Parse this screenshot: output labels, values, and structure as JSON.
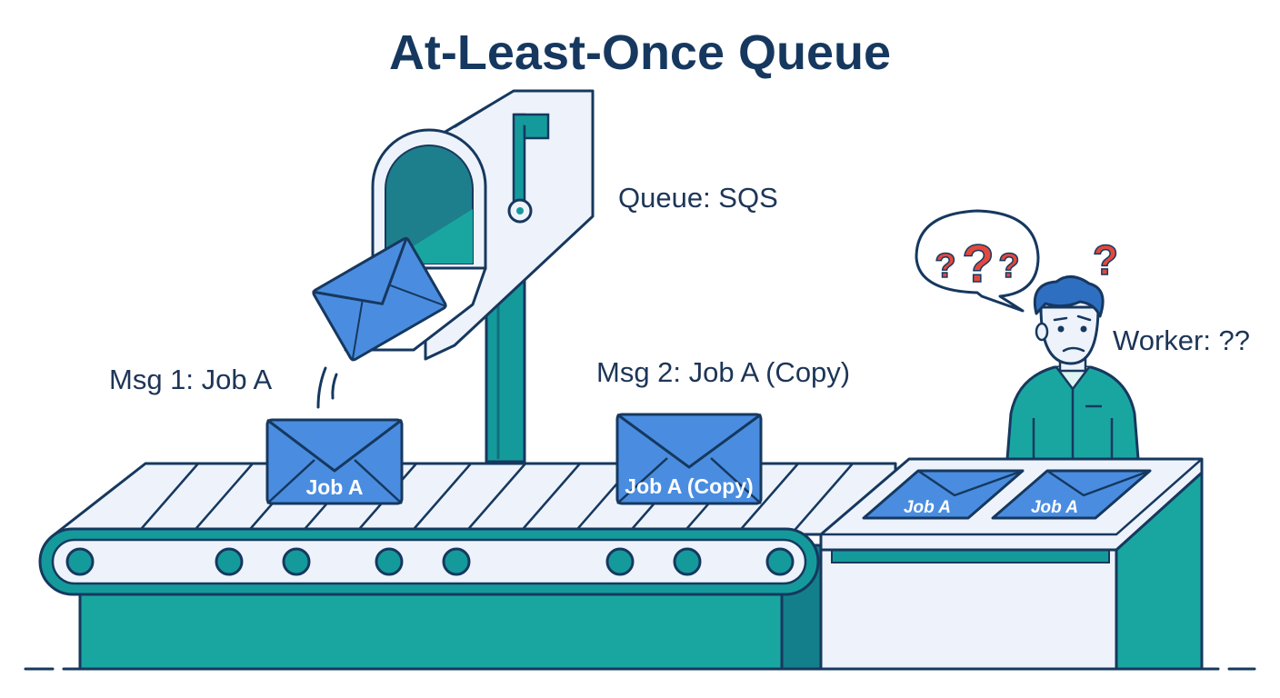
{
  "title": "At-Least-Once Queue",
  "labels": {
    "queue": "Queue: SQS",
    "msg1": "Msg 1: Job A",
    "msg2": "Msg 2: Job A (Copy)",
    "worker": "Worker: ??"
  },
  "envelopes": {
    "belt1": "Job A",
    "belt2": "Job A (Copy)",
    "tray1": "Job A",
    "tray2": "Job A"
  },
  "thought_marks": [
    "?",
    "?",
    "?"
  ],
  "floating_mark": "?",
  "colors": {
    "navy": "#16385f",
    "teal": "#159a9c",
    "teal_dark": "#0f6f7a",
    "envelope_blue": "#4a8de0",
    "light": "#eef3fb",
    "question_red": "#e2483d"
  }
}
